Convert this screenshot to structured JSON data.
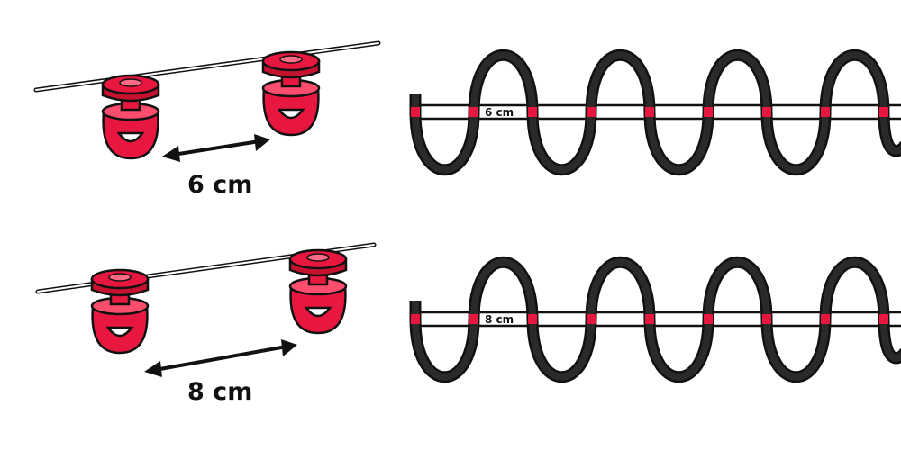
{
  "colors": {
    "runner_red": "#e8173f",
    "runner_shadow": "#b10f2d",
    "runner_highlight": "#ff6b86",
    "wave_black": "#1b1b1b",
    "line_black": "#111111",
    "background": "#ffffff"
  },
  "panels": [
    {
      "id": "top",
      "spacing_label": "6 cm",
      "wave_label": "6 cm",
      "spacing_cm": 6
    },
    {
      "id": "bottom",
      "spacing_label": "8 cm",
      "wave_label": "8 cm",
      "spacing_cm": 8
    }
  ]
}
